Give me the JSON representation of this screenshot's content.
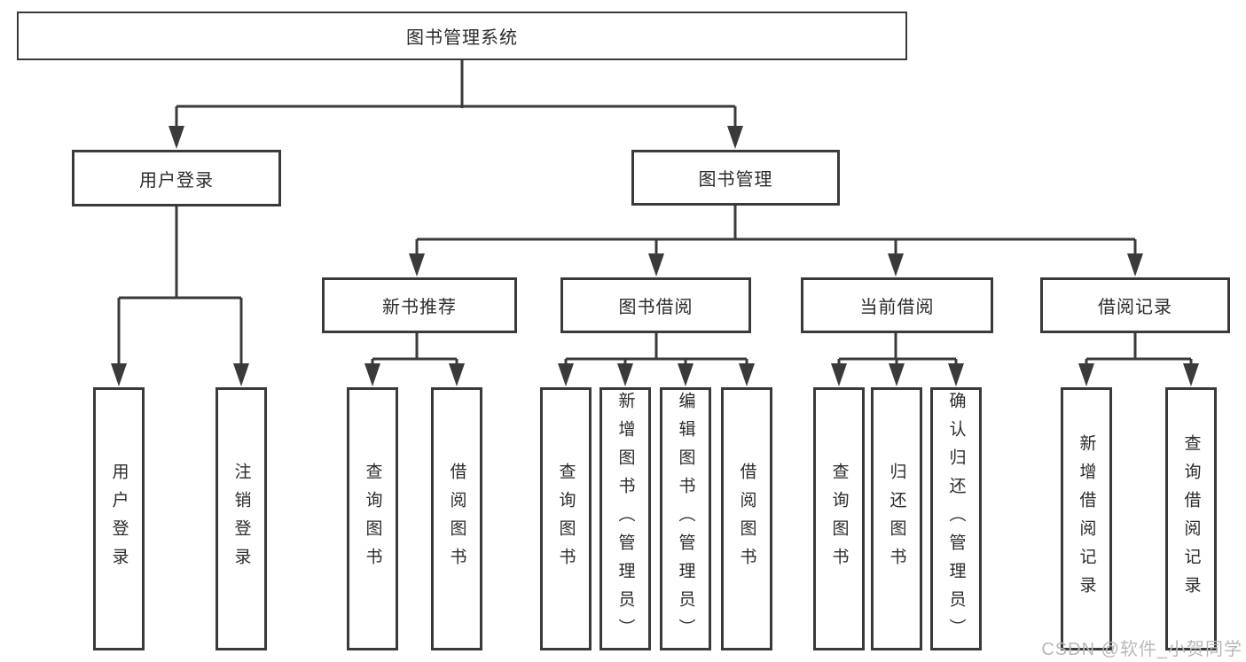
{
  "tree": {
    "root": "图书管理系统",
    "branches": [
      {
        "label": "用户登录",
        "children": [
          {
            "label": "用户登录"
          },
          {
            "label": "注销登录"
          }
        ]
      },
      {
        "label": "图书管理",
        "children": [
          {
            "label": "新书推荐",
            "children": [
              {
                "label": "查询图书"
              },
              {
                "label": "借阅图书"
              }
            ]
          },
          {
            "label": "图书借阅",
            "children": [
              {
                "label": "查询图书"
              },
              {
                "label": "新增图书（管理员）"
              },
              {
                "label": "编辑图书（管理员）"
              },
              {
                "label": "借阅图书"
              }
            ]
          },
          {
            "label": "当前借阅",
            "children": [
              {
                "label": "查询图书"
              },
              {
                "label": "归还图书"
              },
              {
                "label": "确认归还（管理员）"
              }
            ]
          },
          {
            "label": "借阅记录",
            "children": [
              {
                "label": "新增借阅记录"
              },
              {
                "label": "查询借阅记录"
              }
            ]
          }
        ]
      }
    ]
  },
  "watermark": "CSDN @软件_小贺同学",
  "colors": {
    "line": "#3a3a3a",
    "text": "#2b2b2b",
    "watermark": "#b8b8b8",
    "background": "#ffffff"
  }
}
